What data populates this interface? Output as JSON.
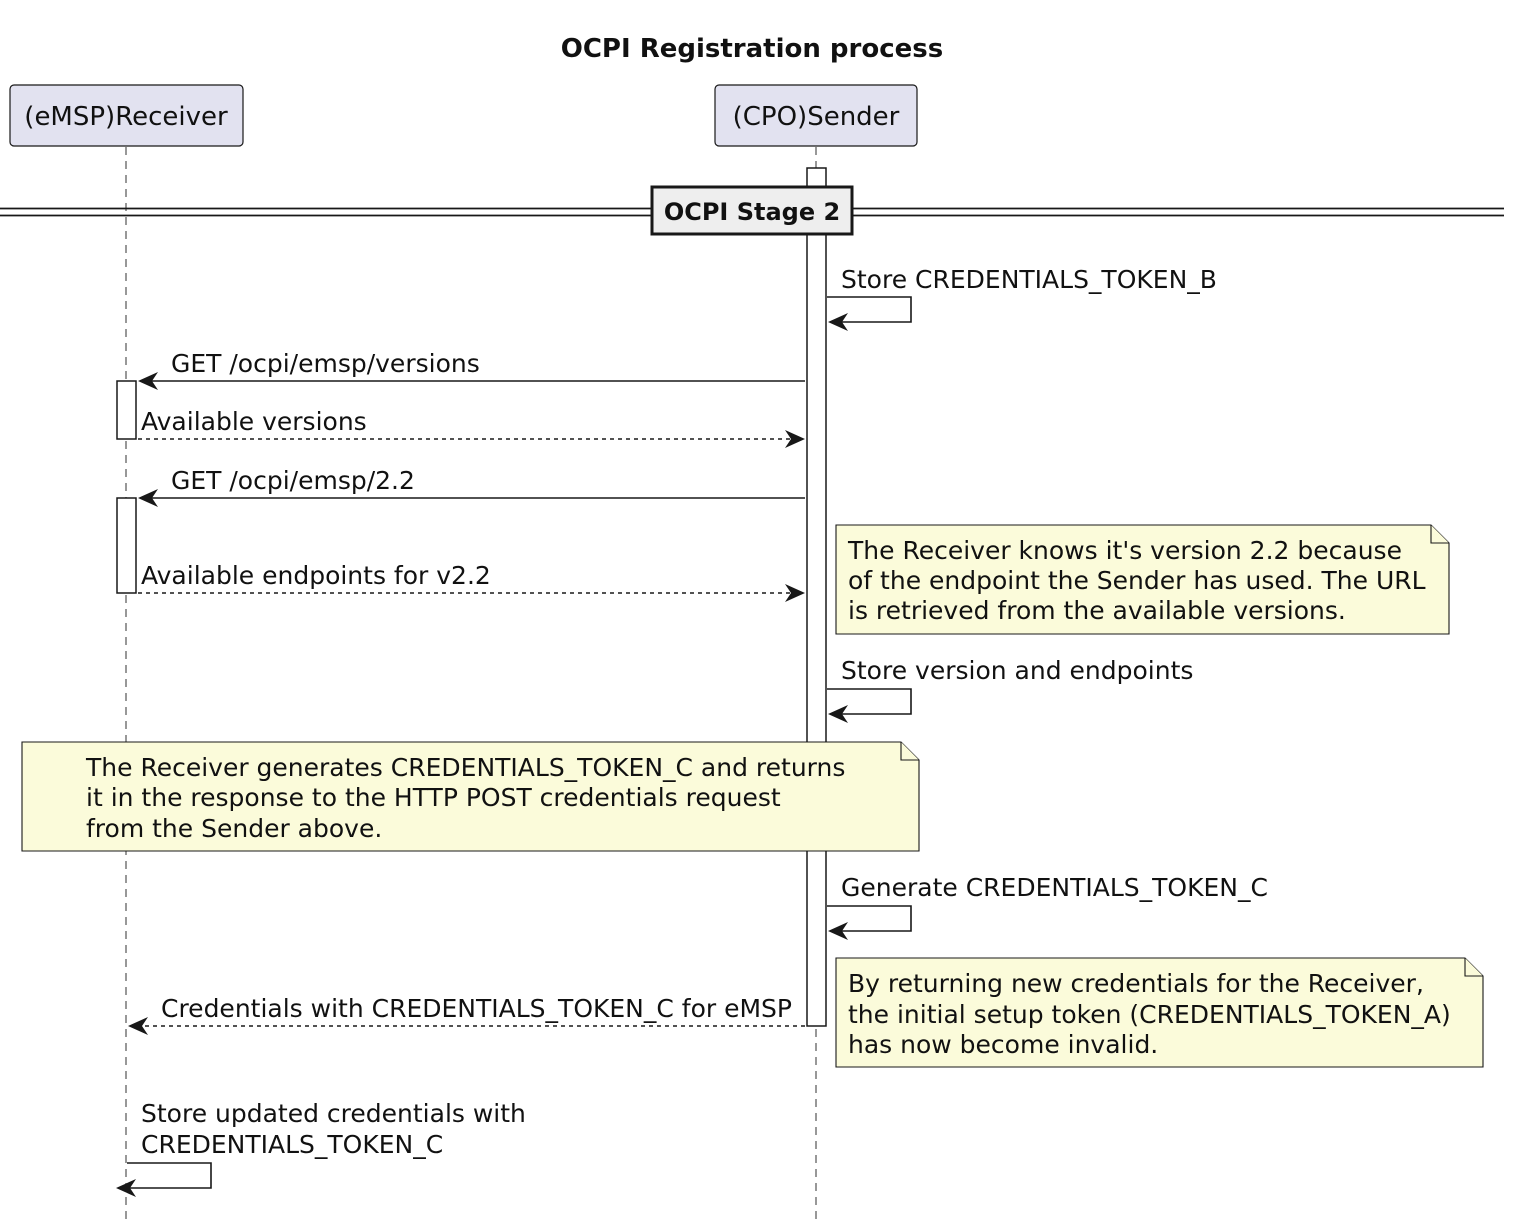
{
  "title": "OCPI Registration process",
  "participants": {
    "receiver": "(eMSP)Receiver",
    "sender": "(CPO)Sender"
  },
  "divider": {
    "label": "OCPI Stage 2"
  },
  "messages": {
    "store_token_b": "Store CREDENTIALS_TOKEN_B",
    "get_versions": "GET /ocpi/emsp/versions",
    "available_versions": "Available versions",
    "get_version_22": "GET /ocpi/emsp/2.2",
    "available_endpoints": "Available endpoints for v2.2",
    "store_version_endpoints": "Store version and endpoints",
    "generate_token_c": "Generate CREDENTIALS_TOKEN_C",
    "credentials_token_c": "Credentials with CREDENTIALS_TOKEN_C for eMSP",
    "store_updated_line1": "Store updated credentials with",
    "store_updated_line2": "CREDENTIALS_TOKEN_C"
  },
  "notes": {
    "version_note": {
      "line1": "The Receiver knows it's version 2.2 because",
      "line2": "of the endpoint the Sender has used. The URL",
      "line3": "is retrieved from the available versions."
    },
    "receiver_note": {
      "line1": "The Receiver generates CREDENTIALS_TOKEN_C and returns",
      "line2": "it in the response to the HTTP POST credentials request",
      "line3": "from the Sender above."
    },
    "invalid_note": {
      "line1": "By returning new credentials for the Receiver,",
      "line2": "the initial setup token (CREDENTIALS_TOKEN_A)",
      "line3": "has now become invalid."
    }
  },
  "colors": {
    "participant_fill": "#e2e2f0",
    "note_fill": "#fbfbda",
    "divider_fill": "#eeeeee",
    "line": "#181818"
  }
}
